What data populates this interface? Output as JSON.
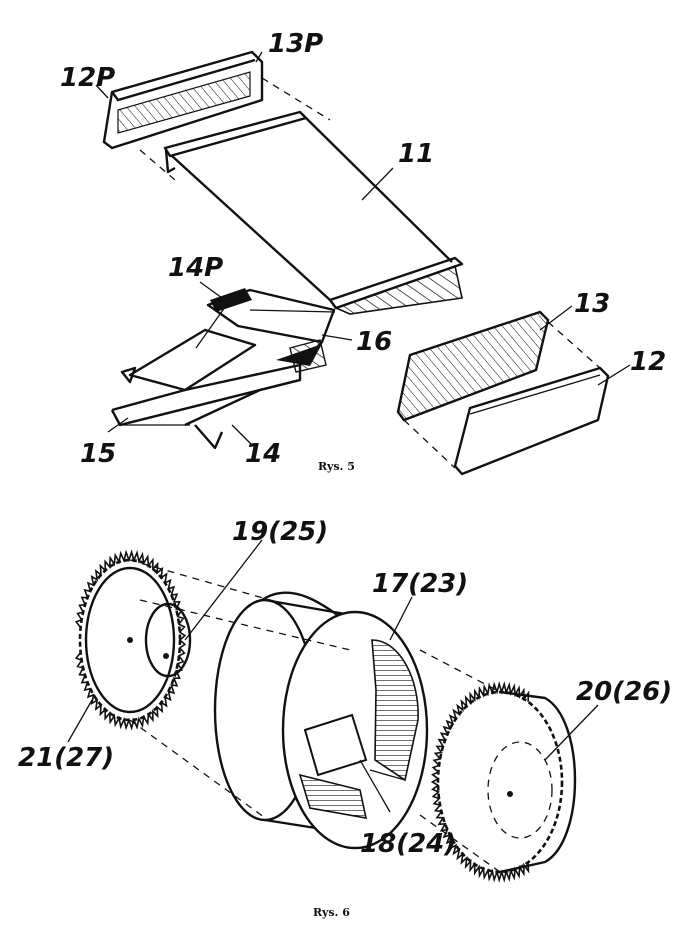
{
  "figures": [
    {
      "caption": "Rys. 5",
      "labels": {
        "l12p": "12P",
        "l13p": "13P",
        "l11": "11",
        "l14p": "14P",
        "l16": "16",
        "l13": "13",
        "l12": "12",
        "l15": "15",
        "l14": "14"
      }
    },
    {
      "caption": "Rys. 6",
      "labels": {
        "l19": "19(25)",
        "l17": "17(23)",
        "l20": "20(26)",
        "l21": "21(27)",
        "l18": "18(24)"
      }
    }
  ]
}
